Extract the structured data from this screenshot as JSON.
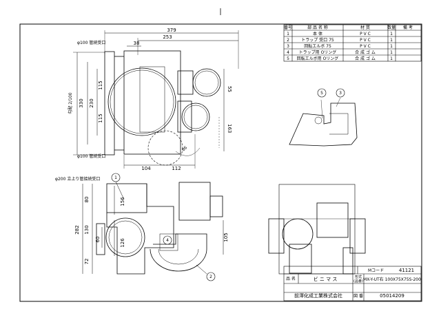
{
  "parts_table": {
    "headers": [
      "番号",
      "部 品 名 称",
      "材 質",
      "数量",
      "備 考"
    ],
    "rows": [
      {
        "no": "1",
        "name": "本 体",
        "material": "P V C",
        "qty": "1",
        "note": ""
      },
      {
        "no": "2",
        "name": "トラップ 受口 75",
        "material": "P V C",
        "qty": "1",
        "note": ""
      },
      {
        "no": "3",
        "name": "回転エルボ 75",
        "material": "P V C",
        "qty": "1",
        "note": ""
      },
      {
        "no": "4",
        "name": "トラップ用 Oリング",
        "material": "合 成 ゴ ム",
        "qty": "1",
        "note": ""
      },
      {
        "no": "5",
        "name": "回転エルボ用 Oリング",
        "material": "合 成 ゴ ム",
        "qty": "1",
        "note": ""
      }
    ]
  },
  "top_view": {
    "dim_379": "379",
    "dim_253": "253",
    "dim_38": "38",
    "dim_55": "55",
    "dim_163": "163",
    "dim_104": "104",
    "dim_112": "112",
    "dim_330": "330",
    "dim_230": "230",
    "dim_115a": "115",
    "dim_115b": "115",
    "dim_r86": "86",
    "slope": "勾配 2/100",
    "label_in_top": "φ100 管続受口",
    "label_in_bottom": "φ100 管続受口"
  },
  "front_view": {
    "label_top": "φ200 立上り管接続受口",
    "dim_80": "80",
    "dim_130": "130",
    "dim_72": "72",
    "dim_282": "282",
    "dim_60": "60",
    "dim_156": "156",
    "dim_126": "126",
    "dim_105": "105"
  },
  "callouts": {
    "c1": "1",
    "c2": "2",
    "c3": "3",
    "c4": "4",
    "c5": "5"
  },
  "title_block": {
    "mcode_label": "Mコード",
    "mcode_value": "41121",
    "name_label": "品 名",
    "name_value": "ビ ニ マ ス",
    "model_label": "形式\n(品番)",
    "model_value": "MX-Y-UT右 100X75X75S-200",
    "model_label_a": "形式",
    "model_label_b": "(品番)",
    "company": "前澤化成工業株式会社",
    "drawing_no_label": "図 番",
    "drawing_no_value": "05014209"
  }
}
